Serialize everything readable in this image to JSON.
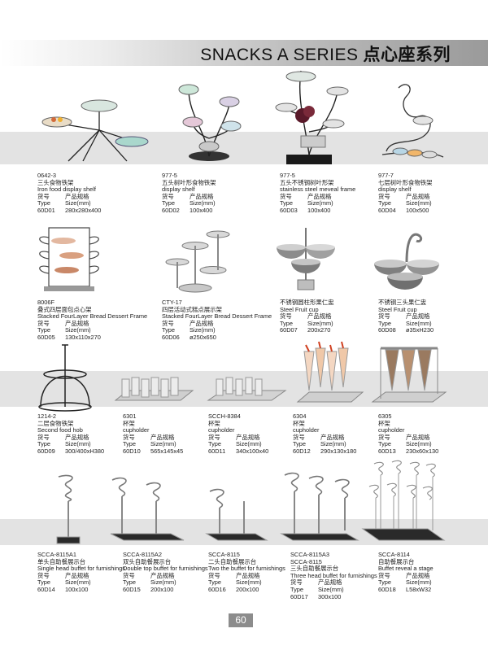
{
  "header": {
    "title_en": "SNACKS A SERIES",
    "title_cn": "点心座系列"
  },
  "page_number": "60",
  "products": [
    {
      "model": "0642-3",
      "cn": "三头食物铁架",
      "en": "Iron food display shelf",
      "l1": "货号",
      "l2": "产品规格",
      "t1": "Type",
      "t2": "Size(mm)",
      "code": "60D01",
      "size": "280x280x400"
    },
    {
      "model": "977-5",
      "cn": "五头树叶形食物铁架",
      "en": "display shelf",
      "l1": "货号",
      "l2": "产品规格",
      "t1": "Type",
      "t2": "Size(mm)",
      "code": "60D02",
      "size": "100x400"
    },
    {
      "model": "977-5",
      "cn": "五头不锈钢树叶形架",
      "en": "stainless steel meveal frame",
      "l1": "货号",
      "l2": "产品规格",
      "t1": "Type",
      "t2": "Size(mm)",
      "code": "60D03",
      "size": "100x400"
    },
    {
      "model": "977-7",
      "cn": "七层树叶形食物铁架",
      "en": "display shelf",
      "l1": "货号",
      "l2": "产品规格",
      "t1": "Type",
      "t2": "Size(mm)",
      "code": "60D04",
      "size": "100x500"
    },
    {
      "model": "8006F",
      "cn": "叠式四层面包点心架",
      "en": "Stacked FourLayer Bread Dessert Frame",
      "l1": "货号",
      "l2": "产品规格",
      "t1": "Type",
      "t2": "Size(mm)",
      "code": "60D05",
      "size": "130x110x270"
    },
    {
      "model": "CTY-17",
      "cn": "四层活动式糕点展示架",
      "en": "Stacked FourLayer Bread Dessert Frame",
      "l1": "货号",
      "l2": "产品规格",
      "t1": "Type",
      "t2": "Size(mm)",
      "code": "60D06",
      "size": "ø250x650"
    },
    {
      "model": "不锈钢圆柱形果仁盅",
      "cn": "",
      "en": "Steel Fruit cup",
      "l1": "货号",
      "l2": "产品规格",
      "t1": "Type",
      "t2": "Size(mm)",
      "code": "60D07",
      "size": "200x270"
    },
    {
      "model": "不锈钢三头果仁盅",
      "cn": "",
      "en": "Steel Fruit cup",
      "l1": "货号",
      "l2": "产品规格",
      "t1": "Type",
      "t2": "Size(mm)",
      "code": "60D08",
      "size": "ø35xH230"
    },
    {
      "model": "1214-2",
      "cn": "二层食物铁架",
      "en": "Second food hob",
      "l1": "货号",
      "l2": "产品规格",
      "t1": "Type",
      "t2": "Size(mm)",
      "code": "60D09",
      "size": "300/400xH380"
    },
    {
      "model": "6301",
      "cn": "杯架",
      "en": "cupholder",
      "l1": "货号",
      "l2": "产品规格",
      "t1": "Type",
      "t2": "Size(mm)",
      "code": "60D10",
      "size": "565x145x45"
    },
    {
      "model": "SCCH-8384",
      "cn": "杯架",
      "en": "cupholder",
      "l1": "货号",
      "l2": "产品规格",
      "t1": "Type",
      "t2": "Size(mm)",
      "code": "60D11",
      "size": "340x100x40"
    },
    {
      "model": "6304",
      "cn": "杯架",
      "en": "cupholder",
      "l1": "货号",
      "l2": "产品规格",
      "t1": "Type",
      "t2": "Size(mm)",
      "code": "60D12",
      "size": "290x130x180"
    },
    {
      "model": "6305",
      "cn": "杯架",
      "en": "cupholder",
      "l1": "货号",
      "l2": "产品规格",
      "t1": "Type",
      "t2": "Size(mm)",
      "code": "60D13",
      "size": "230x60x130"
    },
    {
      "model": "SCCA-8115A1",
      "cn": "单头自助餐展示台",
      "en": "Single head buffet for furnishings",
      "l1": "货号",
      "l2": "产品规格",
      "t1": "Type",
      "t2": "Size(mm)",
      "code": "60D14",
      "size": "100x100"
    },
    {
      "model": "SCCA-8115A2",
      "cn": "双头自助餐展示台",
      "en": "Double top buffet for furnishings",
      "l1": "货号",
      "l2": "产品规格",
      "t1": "Type",
      "t2": "Size(mm)",
      "code": "60D15",
      "size": "200x100"
    },
    {
      "model": "SCCA-8115",
      "cn": "二头自助餐展示台",
      "en": "Two the buffet for furnishings",
      "l1": "货号",
      "l2": "产品规格",
      "t1": "Type",
      "t2": "Size(mm)",
      "code": "60D16",
      "size": "200x100"
    },
    {
      "model": "SCCA-8115A3",
      "cn": "SCCA-8115",
      "en": "三头自助餐展示台",
      "extra": "Three head buffet for furnishings",
      "l1": "货号",
      "l2": "产品规格",
      "t1": "Type",
      "t2": "Size(mm)",
      "code": "60D17",
      "size": "300x100"
    },
    {
      "model": "SCCA-8114",
      "cn": "自助餐展示台",
      "en": "Buffet reveal a stage",
      "l1": "货号",
      "l2": "产品规格",
      "t1": "Type",
      "t2": "Size(mm)",
      "code": "60D18",
      "size": "L58xW32"
    }
  ]
}
